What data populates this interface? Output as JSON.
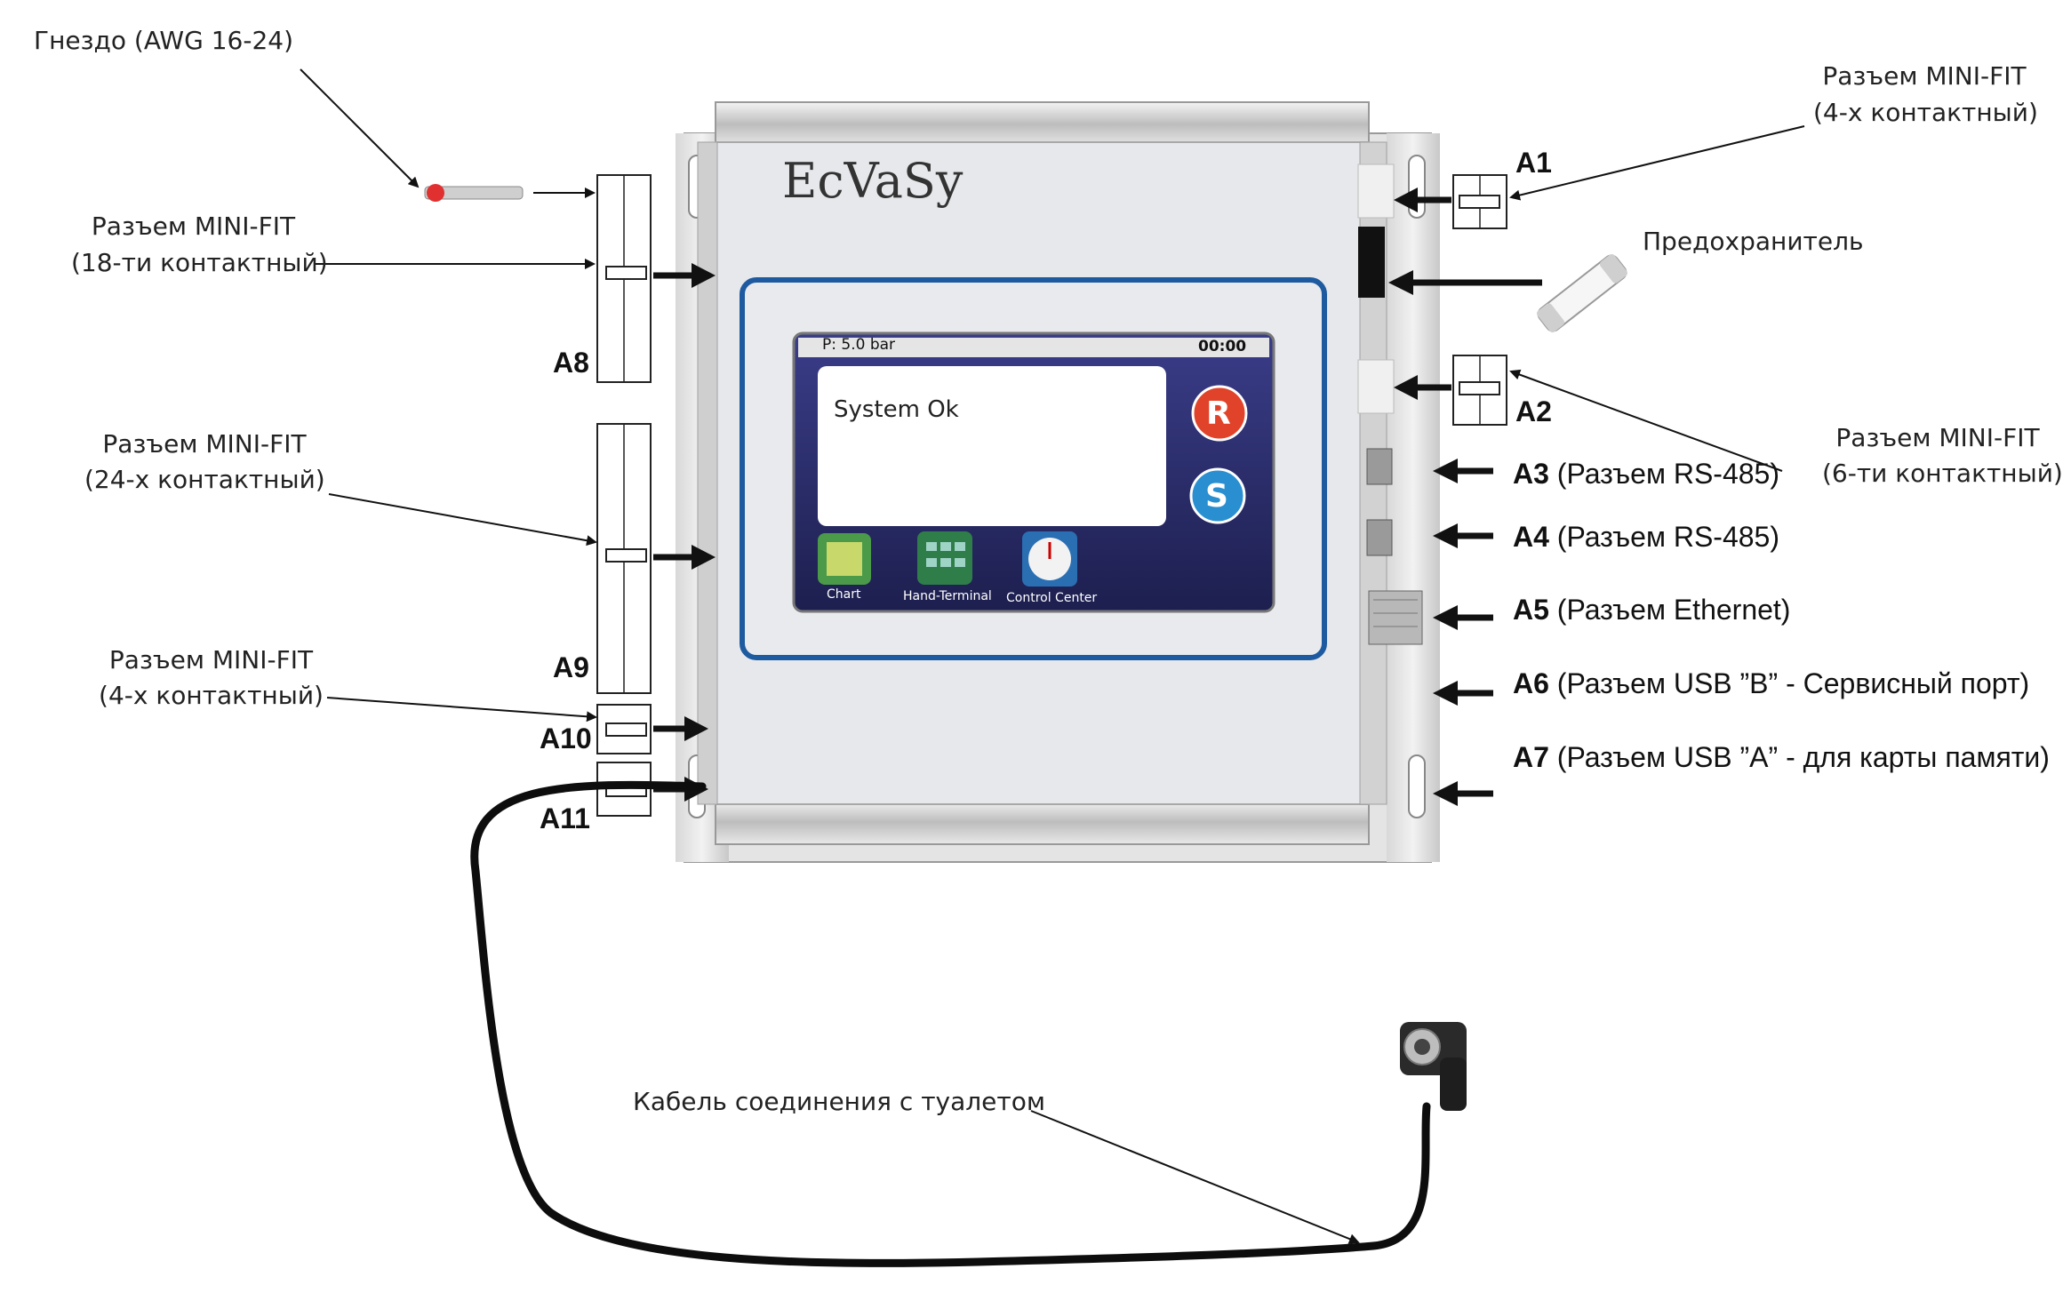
{
  "brand": "EcVaSy",
  "screen": {
    "pressure": "P: 5.0 bar",
    "time": "00:00",
    "message": "System Ok",
    "btn_r": "R",
    "btn_s": "S",
    "apps": [
      "Chart",
      "Hand-Terminal",
      "Control Center"
    ]
  },
  "left_labels": {
    "socket": "Гнездо (AWG 16-24)",
    "a8_line1": "Разъем MINI-FIT",
    "a8_line2": "(18-ти контактный)",
    "a9_line1": "Разъем MINI-FIT",
    "a9_line2": "(24-х контактный)",
    "a10_line1": "Разъем MINI-FIT",
    "a10_line2": "(4-х контактный)"
  },
  "right_labels": {
    "a1_line1": "Разъем MINI-FIT",
    "a1_line2": "(4-х контактный)",
    "fuse": "Предохранитель",
    "a2_line1": "Разъем MINI-FIT",
    "a2_line2": "(6-ти контактный)"
  },
  "tags": {
    "a1": "A1",
    "a2": "A2",
    "a8": "A8",
    "a9": "A9",
    "a10": "A10",
    "a11": "A11"
  },
  "ports": [
    {
      "id": "A3",
      "desc": "(Разъем RS-485)"
    },
    {
      "id": "A4",
      "desc": "(Разъем RS-485)"
    },
    {
      "id": "A5",
      "desc": "(Разъем Ethernet)"
    },
    {
      "id": "A6",
      "desc": "(Разъем USB ”B” - Сервисный порт)"
    },
    {
      "id": "A7",
      "desc": "(Разъем USB ”A” - для карты памяти)"
    }
  ],
  "cable_label": "Кабель соединения с туалетом",
  "colors": {
    "frame": "#1e5aa0",
    "screen_bg": "#2c2f6e",
    "btn_r": "#e0432a",
    "btn_s": "#2a8fd0",
    "panel": "#e6e8eb"
  }
}
